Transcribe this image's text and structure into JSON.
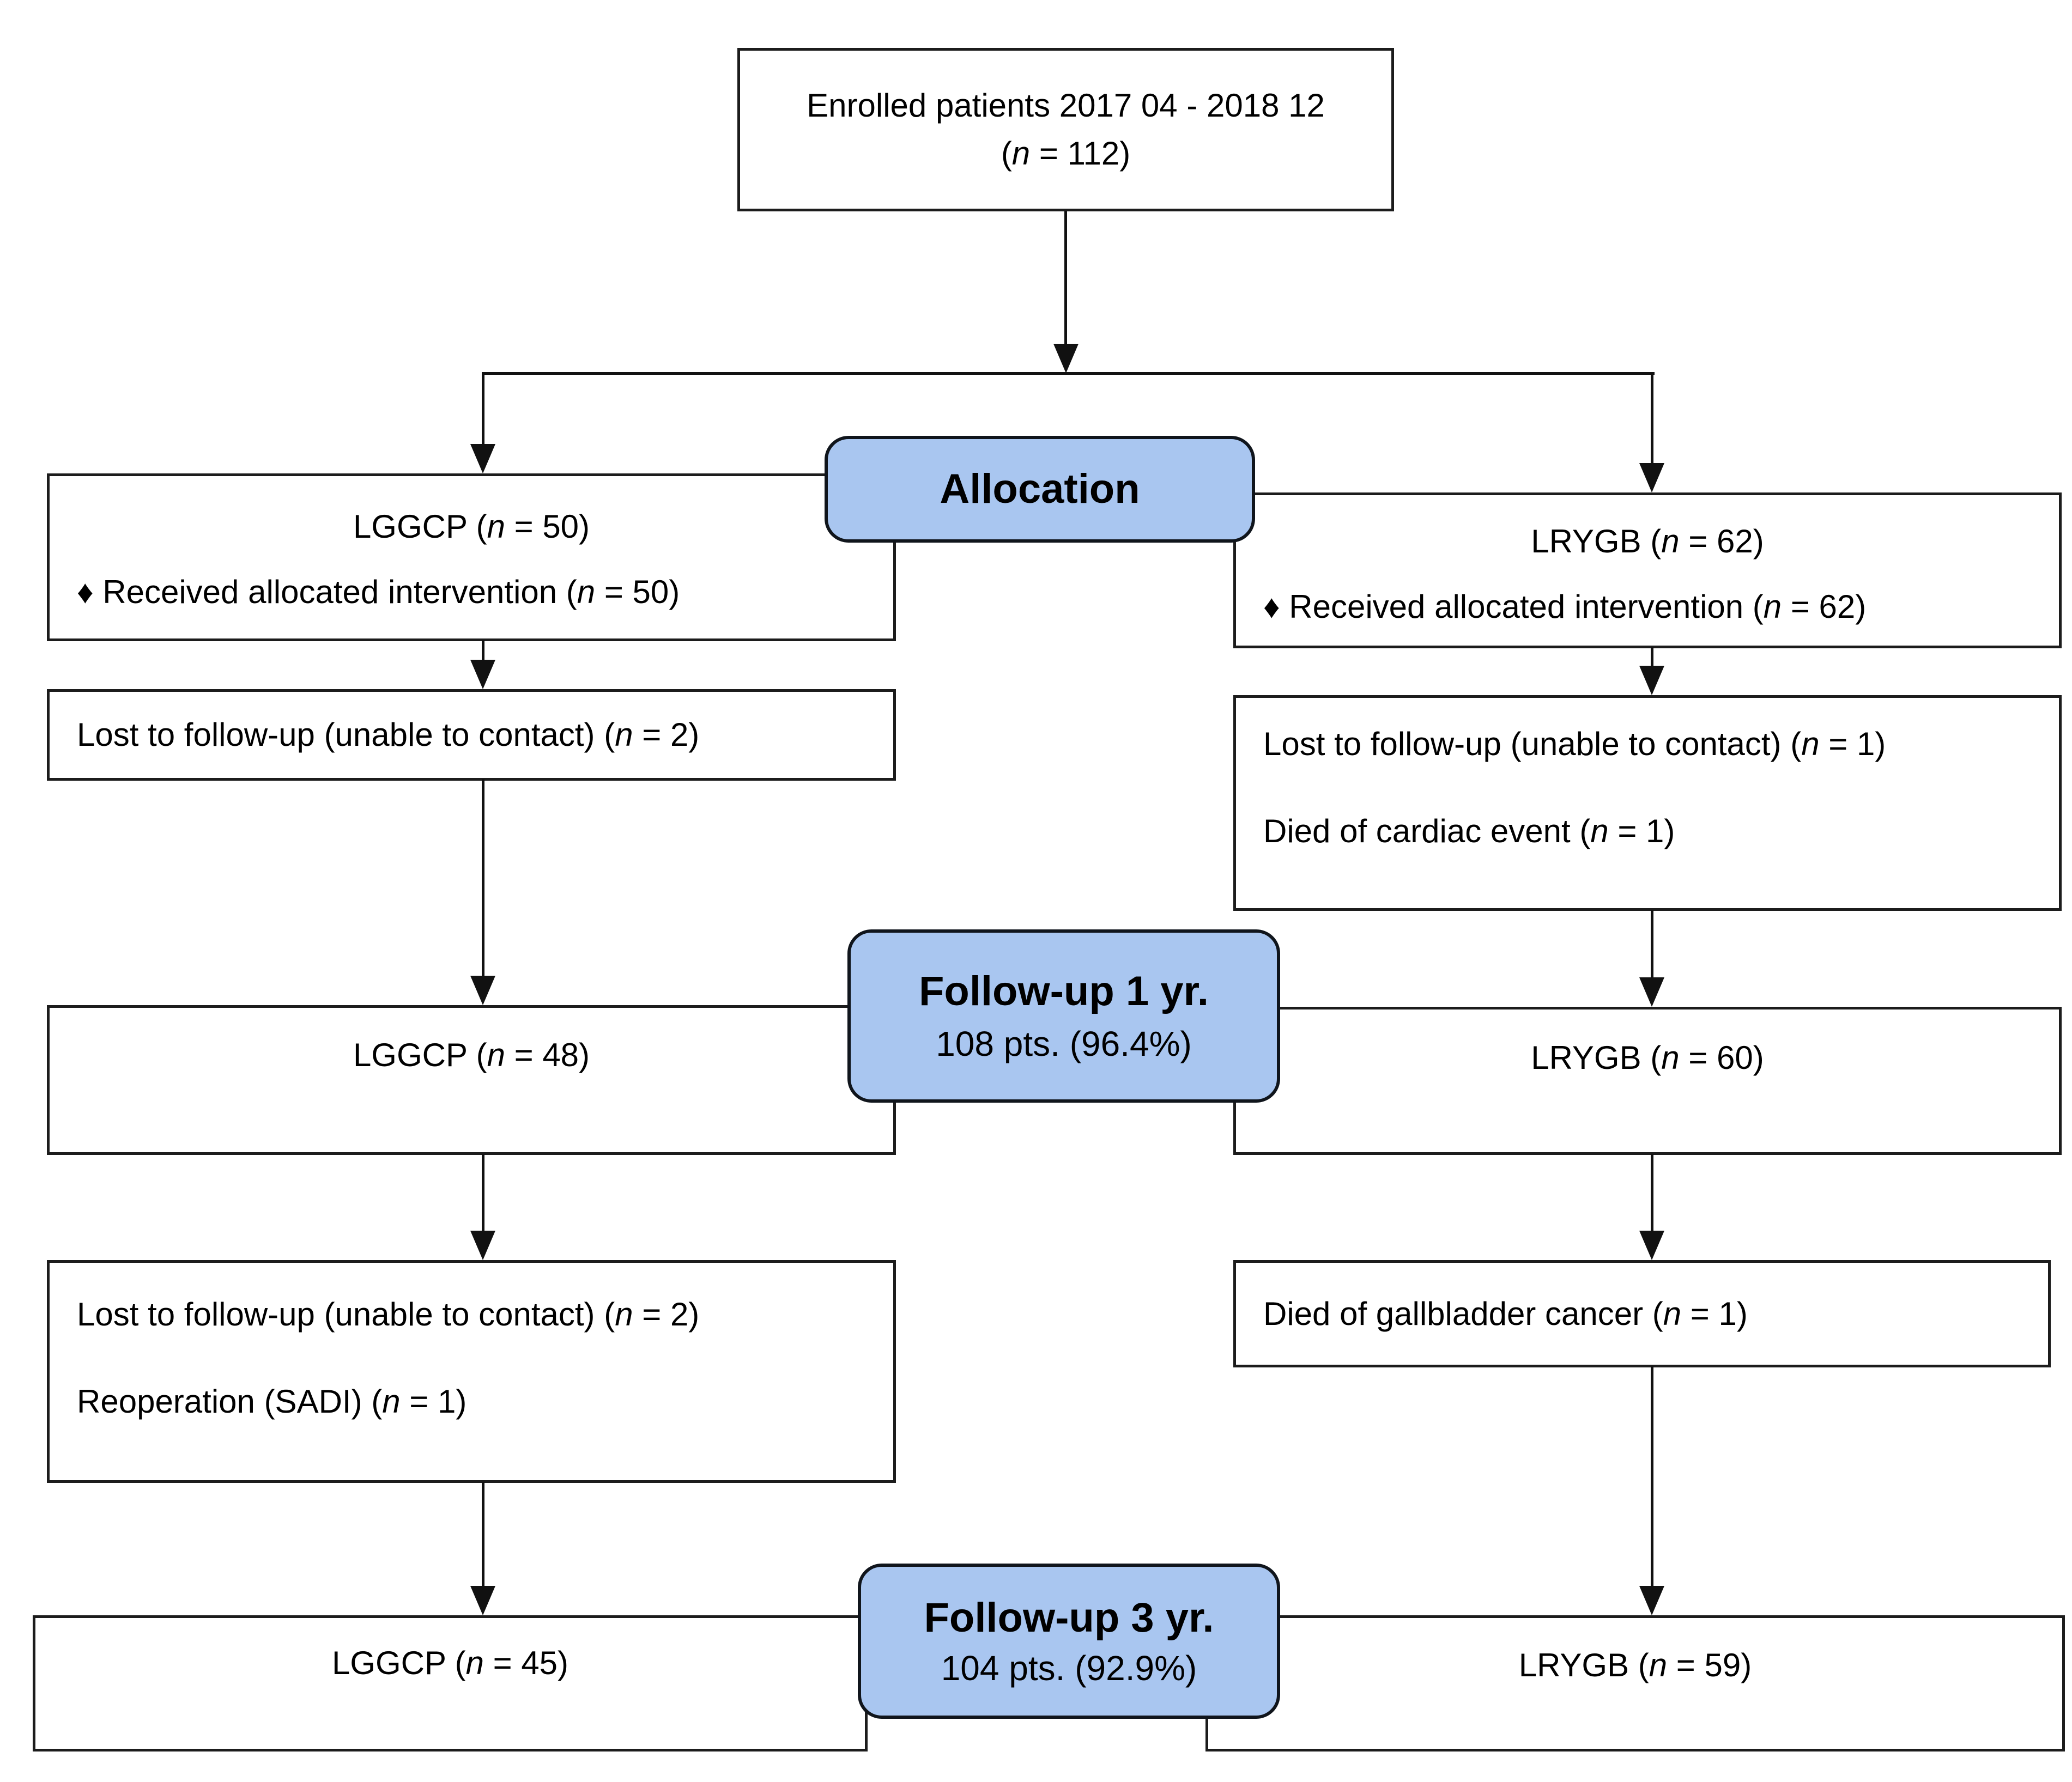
{
  "colors": {
    "pill_fill": "#a9c6f0",
    "pill_border": "#10151c",
    "box_border": "#1c1c1c",
    "line": "#111111",
    "text": "#000000",
    "background": "#ffffff"
  },
  "nodes": {
    "enrolled": {
      "line1": "Enrolled patients 2017 04 - 2018 12",
      "line2": "(n = 112)"
    },
    "allocation": {
      "title": "Allocation"
    },
    "alloc_left": {
      "line1": "LGGCP (n = 50)",
      "line2": "♦ Received allocated intervention (n = 50)"
    },
    "alloc_right": {
      "line1": "LRYGB (n = 62)",
      "line2": "♦ Received allocated intervention (n = 62)"
    },
    "lost1_left": {
      "line1": "Lost to follow-up (unable to contact) (n = 2)"
    },
    "lost1_right": {
      "line1": "Lost to follow-up (unable to contact) (n = 1)",
      "line2": "Died of cardiac event (n = 1)"
    },
    "followup1": {
      "title": "Follow-up 1 yr.",
      "subtitle": "108 pts. (96.4%)"
    },
    "fu1_left": {
      "line1": "LGGCP (n = 48)"
    },
    "fu1_right": {
      "line1": "LRYGB (n = 60)"
    },
    "lost2_left": {
      "line1": "Lost to follow-up (unable to contact) (n = 2)",
      "line2": "Reoperation (SADI) (n = 1)"
    },
    "lost2_right": {
      "line1": "Died of gallbladder cancer (n = 1)"
    },
    "followup3": {
      "title": "Follow-up 3 yr.",
      "subtitle": "104 pts. (92.9%)"
    },
    "fu3_left": {
      "line1": "LGGCP (n = 45)"
    },
    "fu3_right": {
      "line1": "LRYGB (n = 59)"
    }
  }
}
